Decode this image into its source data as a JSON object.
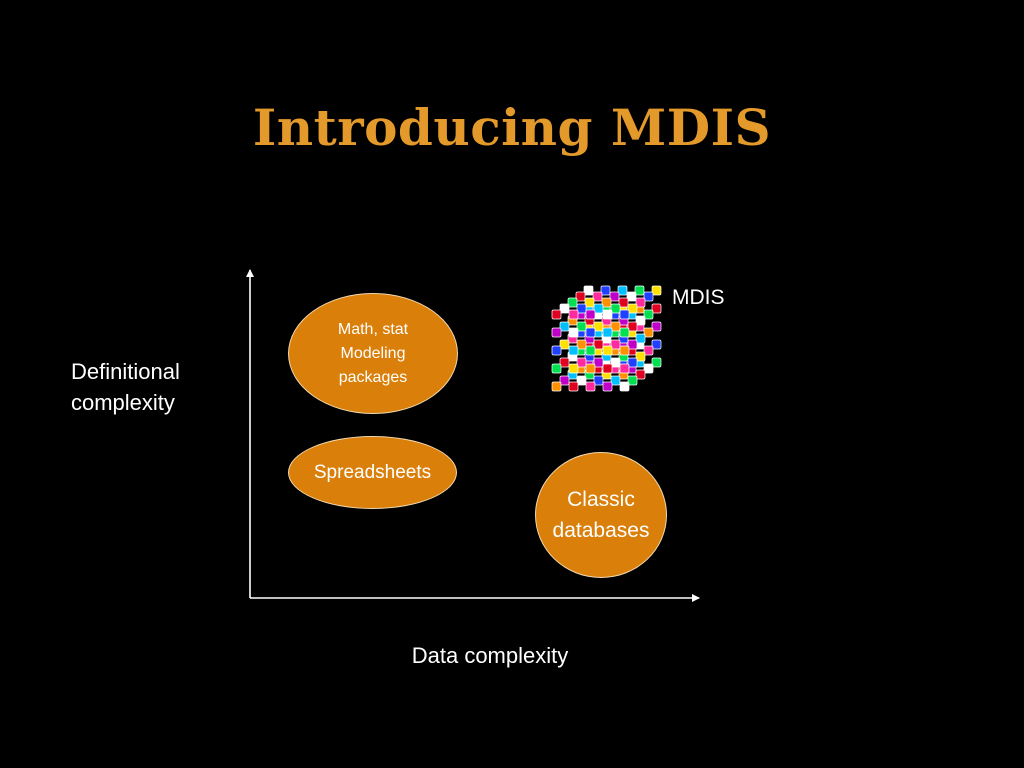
{
  "slide": {
    "title": "Introducing MDIS",
    "title_color": "#E49A2A",
    "background": "#000000",
    "text_color": "#FFFFFF"
  },
  "axes": {
    "y_label": "Definitional\ncomplexity",
    "x_label": "Data complexity",
    "axis_color": "#FFFFFF"
  },
  "nodes": {
    "math": {
      "label": "Math, stat\nModeling\npackages"
    },
    "spreadsheets": {
      "label": "Spreadsheets"
    },
    "classic_databases": {
      "label": "Classic\ndatabases"
    },
    "mdis": {
      "label": "MDIS",
      "icon": "multicolor-cube-icon"
    },
    "fill_color": "#D97F0A",
    "border_color": "#F3D9B0"
  },
  "cube_colors": [
    "#E0001F",
    "#FF2A9E",
    "#C000C8",
    "#FFFFFF",
    "#2040FF",
    "#00C0FF",
    "#00E050",
    "#FFE000",
    "#FF9000"
  ]
}
